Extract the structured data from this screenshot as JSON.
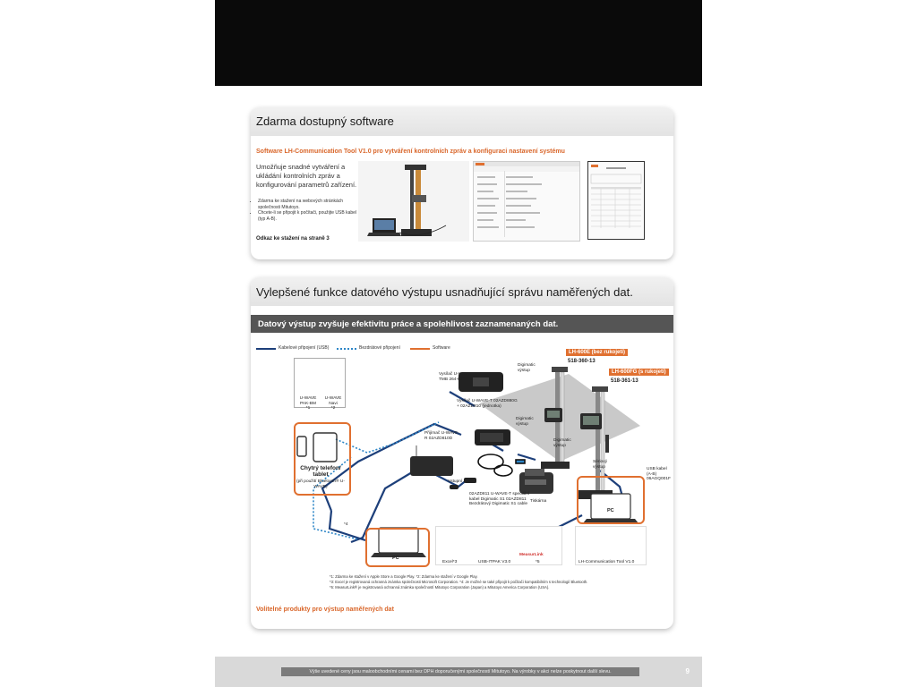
{
  "header": {},
  "section1": {
    "title": "Zdarma dostupný software",
    "subtitle": "Software LH-Communication Tool V1.0 pro vytváření kontrolních zpráv a konfiguraci nastavení systému",
    "description": "Umožňuje snadné vytváření a ukládání kontrolních zpráv a konfigurování parametrů zařízení.",
    "bullets": [
      "Zdarma ke stažení na webových stránkách společnosti Mitutoyo.",
      "Chcete-li se připojit k počítači, použijte USB kabel (typ A-B)."
    ],
    "download_link": "Odkaz ke stažení na straně 3"
  },
  "section2": {
    "title": "Vylepšené funkce datového výstupu usnadňující správu naměřených dat.",
    "bar_title": "Datový výstup zvyšuje efektivitu práce a spolehlivost zaznamenaných dat.",
    "legend": {
      "wired": "Kabelové připojení (USB)",
      "wireless": "Bezdrátové připojení",
      "software": "Software"
    },
    "apps": {
      "app1": "U-WAVE PAK-BM",
      "app1_note": "*1",
      "app2": "U-WAVE Navi",
      "app2_note": "*2"
    },
    "smartphone": {
      "title": "Chytrý telefon/ tablet",
      "sub": "(při použití Bluetooth® U-WAVE)"
    },
    "devices": {
      "transmitter": "Vysílač U-WAVE-TMB 264-627",
      "transmitter2": "Vysílač U-WAVE-T 02AZD880G + 02AZD810 (jednotka)",
      "receiver": "Přijímač U-WAVE-R 02AZD810D",
      "input_tool": "Vstupní nástroj",
      "cables": "02AZD811 U-WAVE-T speciální kabel Digimatic S1 02AZD811 Bezdrátový Digimatic S1 cable",
      "printer": "Tiskárna",
      "serial_label": "Sériový výstup",
      "usb_cable": "USB kabel (A-B) 06AGQ001F",
      "digimatic1": "Digimatic výstup",
      "digimatic2": "Digimatic výstup",
      "digimatic3": "Digimatic výstup"
    },
    "products": {
      "lh600e": "LH-600E (bez rukojeti)",
      "lh600e_pn": "518-360-13",
      "lh600fg": "LH-600FG (s rukojetí)",
      "lh600fg_pn": "518-361-13"
    },
    "pc_labels": {
      "pc_left": "PC",
      "pc_right": "PC"
    },
    "software_labels": {
      "excel": "Excel*3",
      "usb_itpak": "USB-ITPAK V3.0",
      "measurlink_note": "*5",
      "measurlink_logo": "MeasurLink",
      "lh_tool": "LH-Communication Tool V1.0",
      "wire_note": "*4"
    },
    "footnotes": [
      "*1: Zdarma ke stažení v Apple Store a Google Play.    *2: Zdarma ke stažení v Google Play.",
      "*3: Excel je registrovaná ochranná známka společnosti Microsoft Corporation.    *4: Je možné se také připojit k počítači kompatibilním s technologií Bluetooth.",
      "*5: MeasurLink® je registrovaná ochranná známka společností Mitutoyo Corporation (Japan) a Mitutoyo America Corporation (USA)."
    ],
    "optional_link": "Volitelné produkty pro výstup naměřených dat"
  },
  "footer": {
    "text": "Výše uvedené ceny jsou maloobchodními cenami bez DPH doporučenými společností Mitutoyo. Na výrobky v akci nelze poskytnout další slevu.",
    "page_number": "9"
  },
  "colors": {
    "orange": "#e07030",
    "navy": "#1d3f7a",
    "wireless_blue": "#2d86c7",
    "gray_bar": "#555555"
  }
}
